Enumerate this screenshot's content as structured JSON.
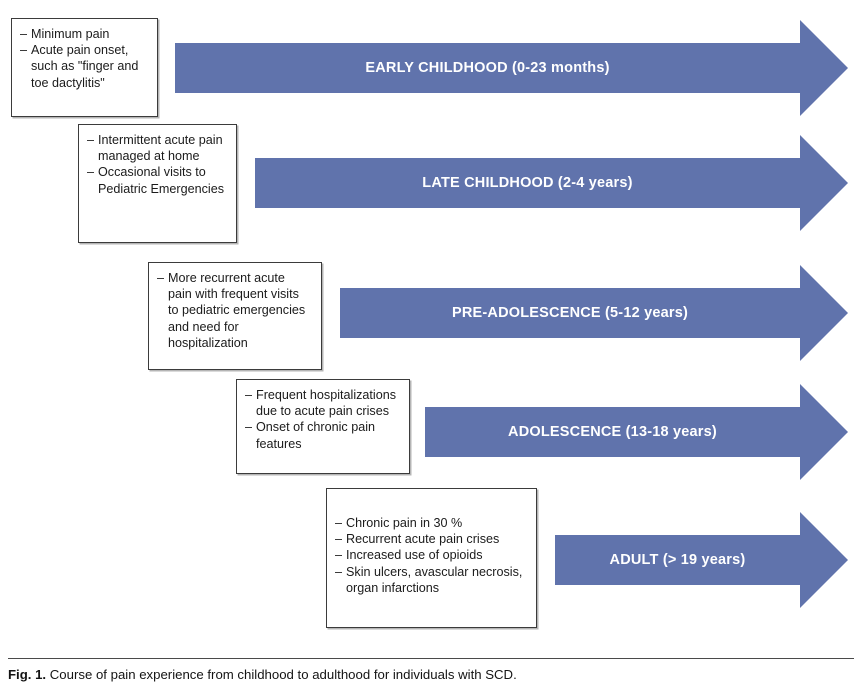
{
  "figure": {
    "caption_label": "Fig. 1.",
    "caption_text": "Course of pain experience from childhood to adulthood for individuals with SCD.",
    "arrow_color": "#6073AC",
    "arrow_text_color": "#FFFFFF",
    "box_border_color": "#3B3B3B",
    "box_text_color": "#1B1B1B"
  },
  "stages": [
    {
      "id": "early-childhood",
      "arrow_label": "EARLY CHILDHOOD (0-23 months)",
      "bullets": [
        "Minimum pain",
        "Acute pain onset, such as \"finger and toe dactylitis\""
      ]
    },
    {
      "id": "late-childhood",
      "arrow_label": "LATE CHILDHOOD (2-4 years)",
      "bullets": [
        "Intermittent acute pain managed at home",
        "Occasional visits to Pediatric Emergencies"
      ]
    },
    {
      "id": "pre-adolescence",
      "arrow_label": "PRE-ADOLESCENCE (5-12 years)",
      "bullets": [
        "More recurrent acute pain with frequent visits to pediatric emergencies and need for hospitalization"
      ]
    },
    {
      "id": "adolescence",
      "arrow_label": "ADOLESCENCE (13-18 years)",
      "bullets": [
        "Frequent hospitalizations due to acute pain crises",
        "Onset of chronic pain features"
      ]
    },
    {
      "id": "adult",
      "arrow_label": "ADULT (> 19 years)",
      "bullets": [
        "Chronic pain in 30 %",
        "Recurrent acute pain crises",
        "Increased use of opioids",
        "Skin ulcers, avascular necrosis, organ infarctions"
      ]
    }
  ]
}
